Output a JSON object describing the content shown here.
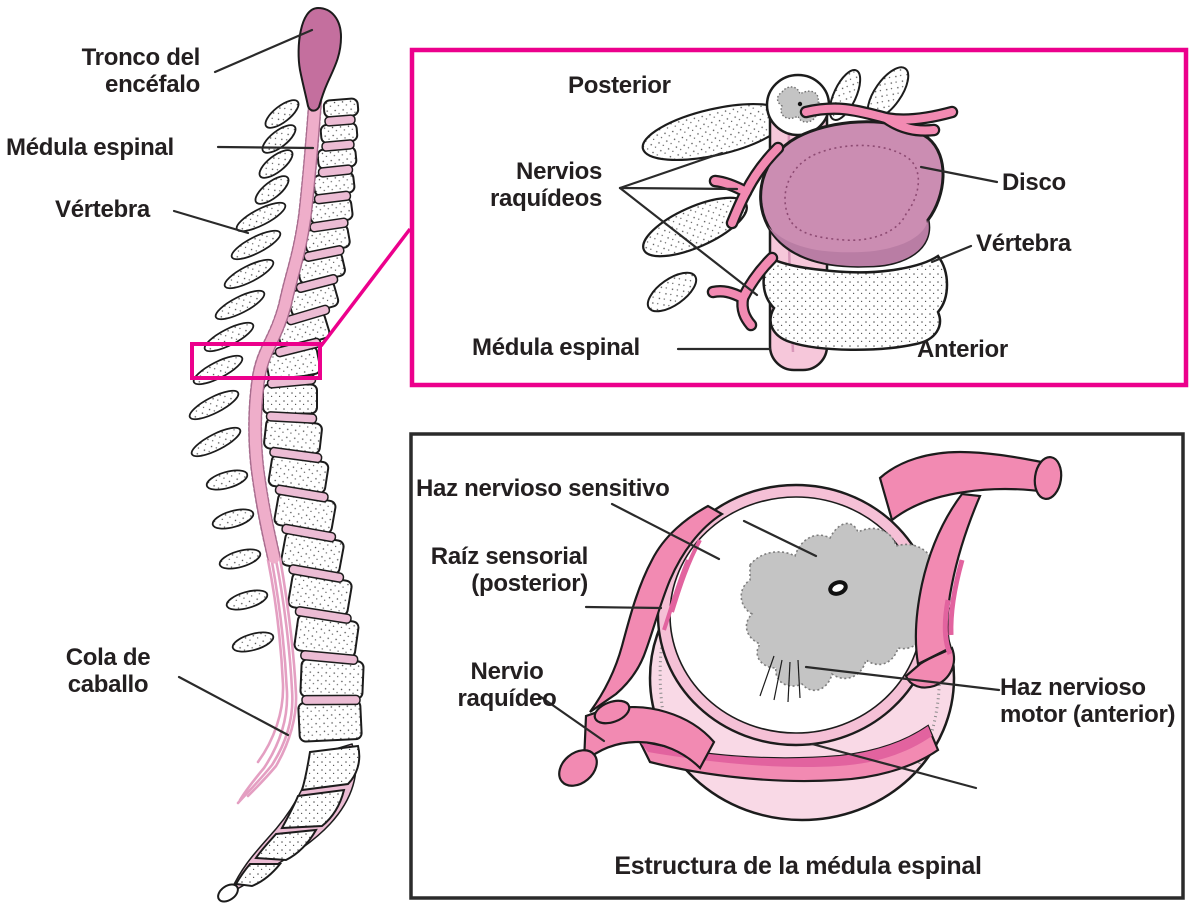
{
  "colors": {
    "magenta": "#ec008c",
    "ink": "#231f20",
    "outline": "#1c1c1c",
    "brainstem": "#c46f9e",
    "cord_pink": "#efaeca",
    "disc_stripe": "#ecbcd4",
    "disc_mauve": "#cb8db2",
    "disc_dark_lip": "#b97da4",
    "nerve_pink": "#f28ab2",
    "nerve_dark": "#e2639f",
    "tube_pink": "#f6c7da",
    "rim_pink": "#f5c0d6",
    "mass_pink": "#f9d9e6",
    "gray_matter": "#c4c4c4"
  },
  "spine_panel": {
    "labels": [
      {
        "id": "brainstem",
        "text": "Tronco del encéfalo"
      },
      {
        "id": "spinal-cord",
        "text": "Médula espinal"
      },
      {
        "id": "vertebra",
        "text": "Vértebra"
      },
      {
        "id": "cauda-equina",
        "text": "Cola de caballo"
      }
    ]
  },
  "vertebra_inset": {
    "labels": [
      {
        "id": "posterior",
        "text": "Posterior"
      },
      {
        "id": "spinal-nerves",
        "text": "Nervios raquídeos"
      },
      {
        "id": "disc",
        "text": "Disco"
      },
      {
        "id": "vertebra",
        "text": "Vértebra"
      },
      {
        "id": "spinal-cord",
        "text": "Médula espinal"
      },
      {
        "id": "anterior",
        "text": "Anterior"
      }
    ]
  },
  "cord_inset": {
    "labels": [
      {
        "id": "sensory-tract",
        "text": "Haz nervioso sensitivo"
      },
      {
        "id": "sensory-root",
        "text": "Raíz sensorial (posterior)"
      },
      {
        "id": "spinal-nerve",
        "text": "Nervio raquídeo"
      },
      {
        "id": "motor-tract",
        "text": "Haz nervioso motor (anterior)"
      }
    ],
    "caption": "Estructura de la médula espinal"
  }
}
